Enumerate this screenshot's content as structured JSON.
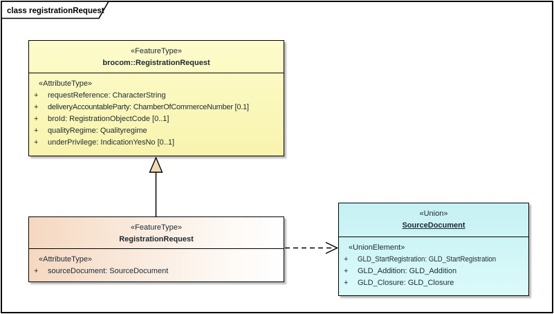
{
  "frame": {
    "title": "class registrationRequest"
  },
  "classes": [
    {
      "stereotype": "«FeatureType»",
      "name": "brocom::RegistrationRequest",
      "attr_stereotype": "«AttributeType»",
      "attributes": [
        {
          "vis": "+",
          "text": "requestReference: CharacterString"
        },
        {
          "vis": "+",
          "text": "deliveryAccountableParty: ChamberOfCommerceNumber [0.1]"
        },
        {
          "vis": "+",
          "text": "broId: RegistrationObjectCode [0..1]"
        },
        {
          "vis": "+",
          "text": "qualityRegime: Qualityregime"
        },
        {
          "vis": "+",
          "text": "underPrivilege: IndicationYesNo [0..1]"
        }
      ]
    },
    {
      "stereotype": "«FeatureType»",
      "name": "RegistrationRequest",
      "attr_stereotype": "«AttributeType»",
      "attributes": [
        {
          "vis": "+",
          "text": "sourceDocument: SourceDocument"
        }
      ]
    },
    {
      "stereotype": "«Union»",
      "name": "SourceDocument",
      "attr_stereotype": "«UnionElement»",
      "attributes": [
        {
          "vis": "+",
          "text": "GLD_StartRegistration: GLD_StartRegistration"
        },
        {
          "vis": "+",
          "text": "GLD_Addition: GLD_Addition"
        },
        {
          "vis": "+",
          "text": "GLD_Closure: GLD_Closure"
        }
      ]
    }
  ],
  "relationships": [
    {
      "type": "generalization",
      "from": "RegistrationRequest",
      "to": "brocom::RegistrationRequest"
    },
    {
      "type": "dependency",
      "from": "RegistrationRequest",
      "to": "SourceDocument"
    }
  ],
  "colors": {
    "class_yellow": "#F8F4AE",
    "class_peach": "#F5D8C0",
    "class_cyan": "#C6F1F4",
    "triangle_fill": "#F1DBB5",
    "border": "#000000",
    "shadow": "#BDBDBD",
    "text": "#1C2833"
  }
}
